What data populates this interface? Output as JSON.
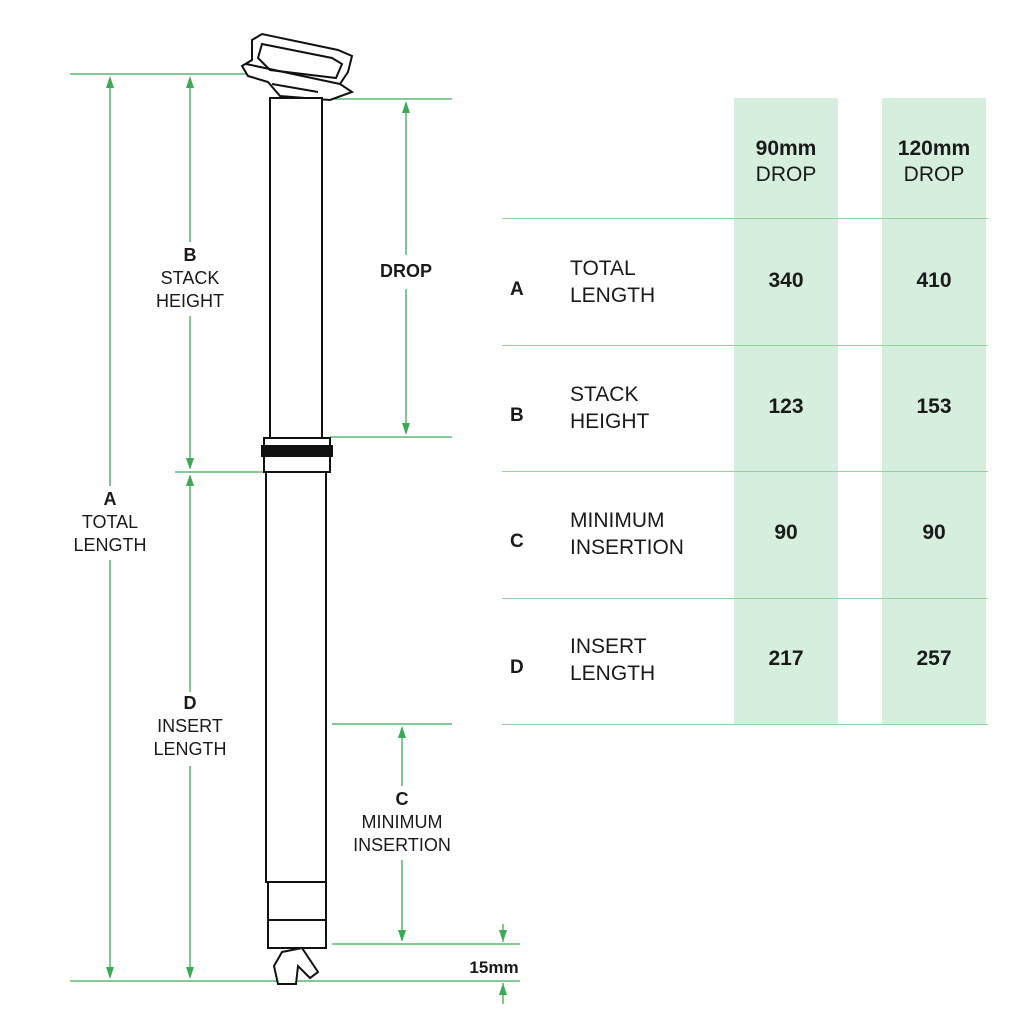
{
  "diagram": {
    "label_a": {
      "letter": "A",
      "text_line1": "TOTAL",
      "text_line2": "LENGTH"
    },
    "label_b": {
      "letter": "B",
      "text_line1": "STACK",
      "text_line2": "HEIGHT"
    },
    "label_c": {
      "letter": "C",
      "text_line1": "MINIMUM",
      "text_line2": "INSERTION"
    },
    "label_d": {
      "letter": "D",
      "text_line1": "INSERT",
      "text_line2": "LENGTH"
    },
    "drop_label": "DROP",
    "offset_label": "15mm",
    "colors": {
      "line": "#3aaa55",
      "fill": "#d5eedd",
      "post": "#111111"
    }
  },
  "table": {
    "columns": [
      {
        "size": "90mm",
        "sub": "DROP"
      },
      {
        "size": "120mm",
        "sub": "DROP"
      }
    ],
    "rows": [
      {
        "letter": "A",
        "label_line1": "TOTAL",
        "label_line2": "LENGTH",
        "values": [
          "340",
          "410"
        ]
      },
      {
        "letter": "B",
        "label_line1": "STACK",
        "label_line2": "HEIGHT",
        "values": [
          "123",
          "153"
        ]
      },
      {
        "letter": "C",
        "label_line1": "MINIMUM",
        "label_line2": "INSERTION",
        "values": [
          "90",
          "90"
        ]
      },
      {
        "letter": "D",
        "label_line1": "INSERT",
        "label_line2": "LENGTH",
        "values": [
          "217",
          "257"
        ]
      }
    ]
  }
}
